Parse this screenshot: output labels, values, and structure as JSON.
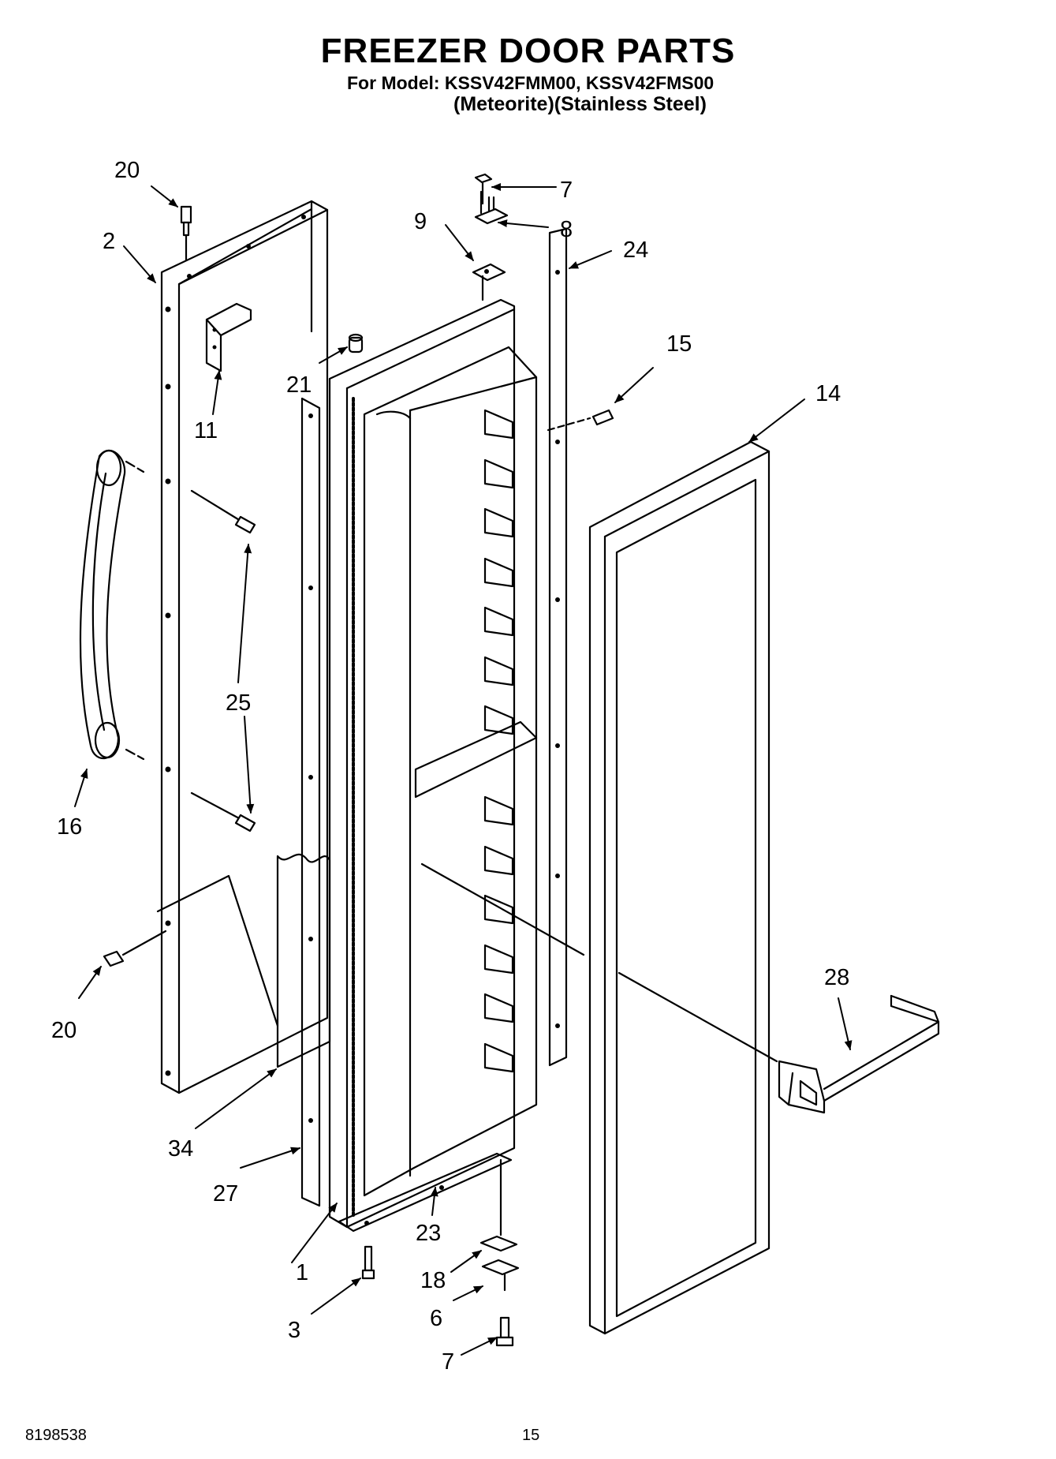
{
  "header": {
    "title": "FREEZER DOOR PARTS",
    "model_line": "For Model: KSSV42FMM00, KSSV42FMS00",
    "finish_line": "(Meteorite)(Stainless Steel)"
  },
  "callouts": {
    "c1": "1",
    "c2": "2",
    "c3": "3",
    "c6": "6",
    "c7_top": "7",
    "c7_bottom": "7",
    "c8": "8",
    "c9": "9",
    "c11": "11",
    "c14": "14",
    "c15": "15",
    "c16": "16",
    "c18": "18",
    "c20_top": "20",
    "c20_bottom": "20",
    "c21": "21",
    "c23": "23",
    "c24": "24",
    "c25": "25",
    "c27": "27",
    "c28": "28",
    "c34": "34"
  },
  "footer": {
    "doc_number": "8198538",
    "page_number": "15"
  }
}
